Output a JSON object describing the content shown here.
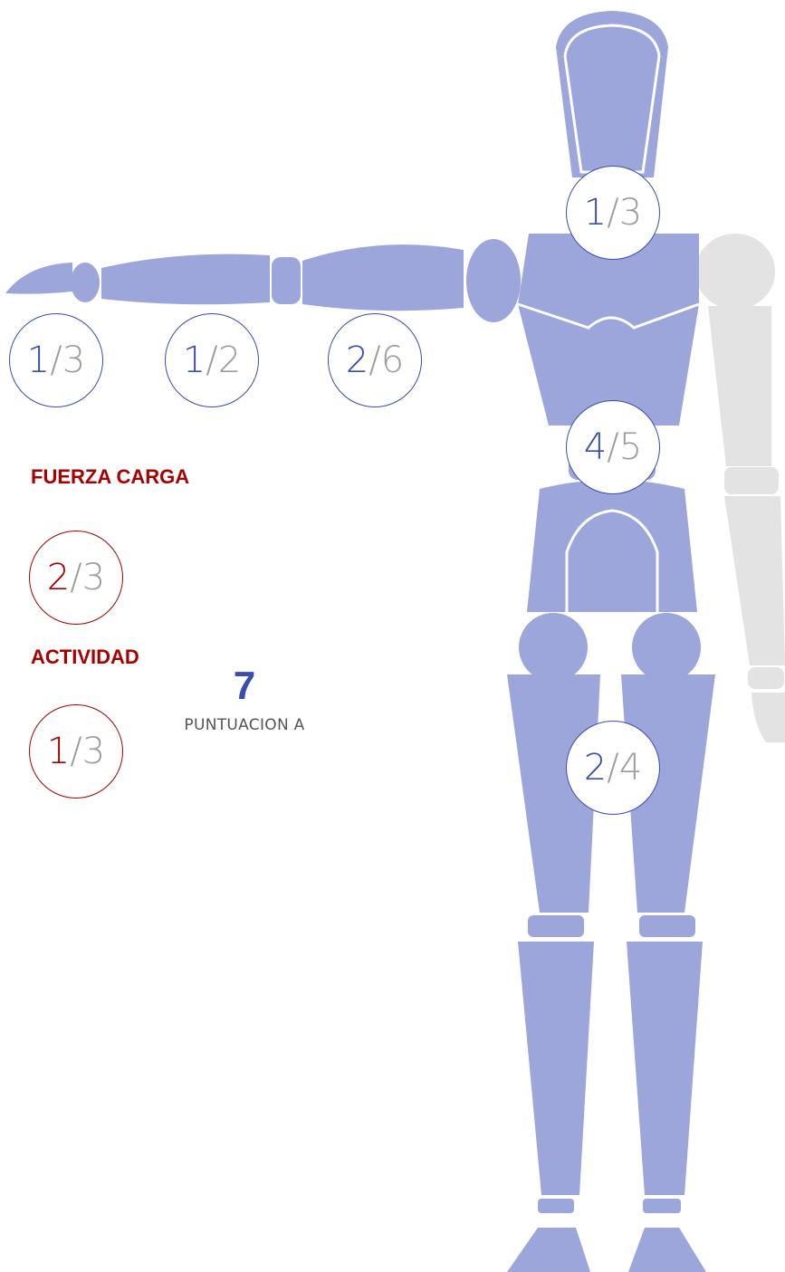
{
  "colors": {
    "body": "#9ca6da",
    "body_inactive": "#e3e3e3",
    "accent_blue": "#3a4db0",
    "accent_red": "#a80000",
    "muted": "#9d9d9d"
  },
  "badges": {
    "neck": {
      "score": "1",
      "rest": "/3"
    },
    "wrist": {
      "score": "1",
      "rest": "/3"
    },
    "forearm": {
      "score": "1",
      "rest": "/2"
    },
    "upperarm": {
      "score": "2",
      "rest": "/6"
    },
    "trunk": {
      "score": "4",
      "rest": "/5"
    },
    "legs": {
      "score": "2",
      "rest": "/4"
    }
  },
  "fuerza_carga": {
    "title": "FUERZA CARGA",
    "score": "2",
    "rest": "/3"
  },
  "puntuacion_a": {
    "value": "7",
    "label": "PUNTUACION A"
  },
  "actividad": {
    "title": "ACTIVIDAD",
    "score": "1",
    "rest": "/3"
  }
}
